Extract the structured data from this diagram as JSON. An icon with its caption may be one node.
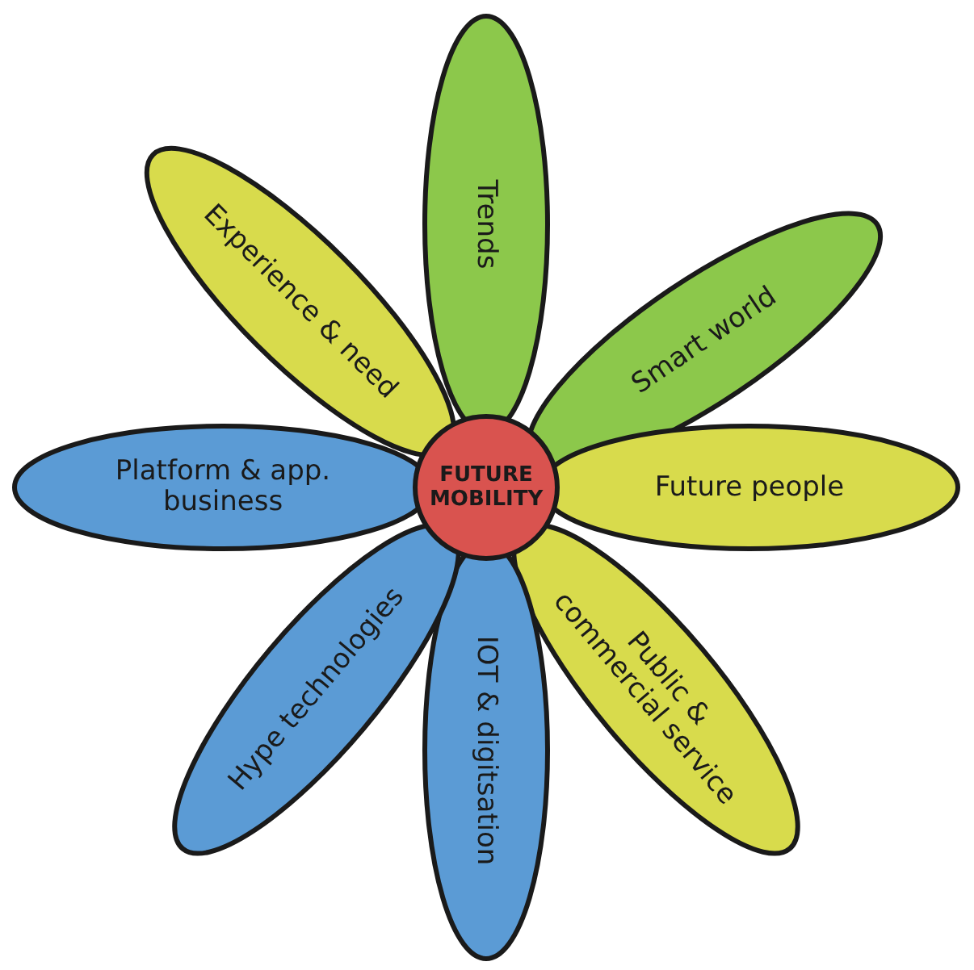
{
  "diagram": {
    "nodes": [
      {
        "text": [
          "FUTURE MOBILITY"
        ]
      },
      {
        "text": [
          "Trends"
        ]
      },
      {
        "text": [
          "Smart world"
        ]
      },
      {
        "text": [
          "Future people"
        ]
      },
      {
        "text": [
          "Public & commercial service"
        ]
      },
      {
        "text": [
          "IOT & digitsation"
        ]
      },
      {
        "text": [
          "Hype technologies"
        ]
      },
      {
        "text": [
          "Platform & app. business"
        ]
      },
      {
        "text": [
          "Experience & need"
        ]
      }
    ]
  }
}
